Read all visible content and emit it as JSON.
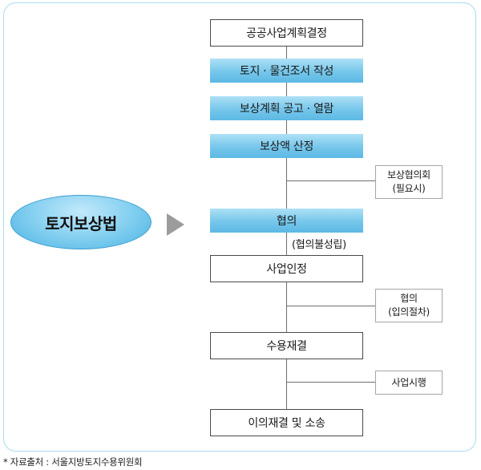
{
  "left_label": "토지보상법",
  "steps": [
    "공공사업계획결정",
    "토지 · 물건조서 작성",
    "보상계획 공고 · 열람",
    "보상액 산정",
    "협의",
    "사업인정",
    "수용재결",
    "이의재결 및 소송"
  ],
  "note_after_consultation": "(협의불성립)",
  "side_boxes": {
    "compensation_council": [
      "보상협의회",
      "(필요시)"
    ],
    "consultation_settlement": [
      "협의",
      "(입의절차)"
    ],
    "project_execution": [
      "사업시행"
    ]
  },
  "source": "* 자료출처 : 서울지방토지수용위원회",
  "colors": {
    "frame": "#a9dcef",
    "shaded_box": "#76c6ea",
    "ellipse": "#7fcdef",
    "arrow": "#9c9c9c"
  }
}
